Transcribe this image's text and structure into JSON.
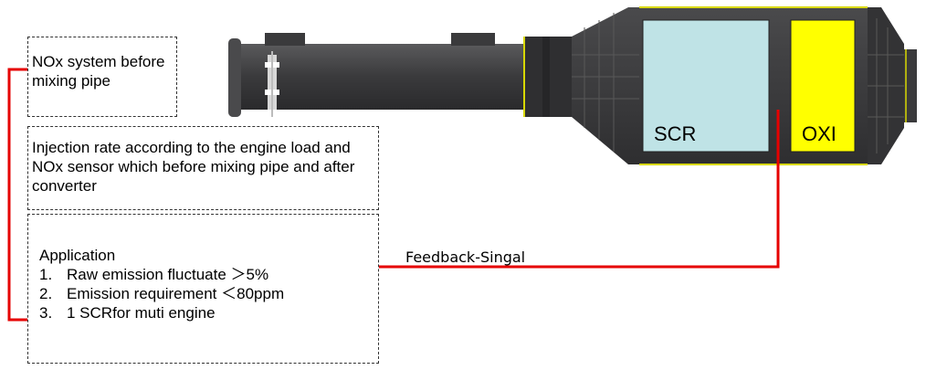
{
  "colors": {
    "scr_fill": "#bfe3e6",
    "oxi_fill": "#ffff00",
    "signal_line": "#e60000",
    "body": "#3c3c3e"
  },
  "boxes": {
    "nox_system": "NOx system before mixing pipe",
    "injection": "Injection rate according to the engine load and NOx sensor which before mixing pipe and after converter",
    "application": {
      "heading": "Application",
      "items": [
        {
          "num": "1.",
          "text": "Raw emission fluctuate ＞5%"
        },
        {
          "num": "2.",
          "text": "Emission requirement ＜80ppm"
        },
        {
          "num": "3.",
          "text": "1 SCRfor muti engine"
        }
      ]
    }
  },
  "components": {
    "scr_label": "SCR",
    "oxi_label": "OXI"
  },
  "feedback": {
    "label": "Feedback-Singal"
  }
}
